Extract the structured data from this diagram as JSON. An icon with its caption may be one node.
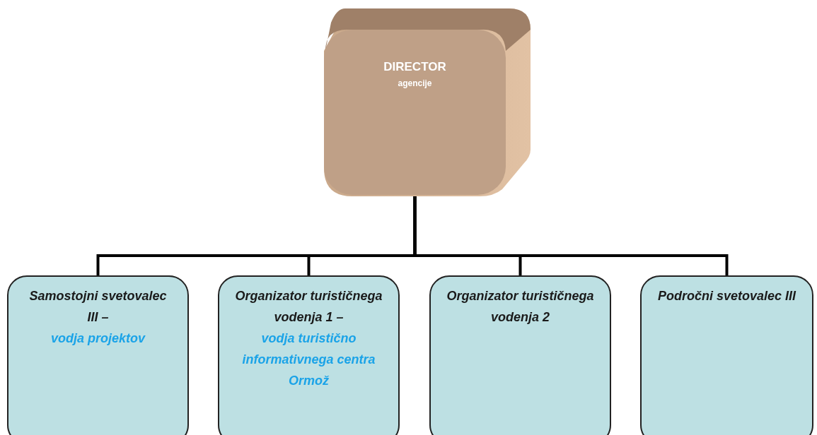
{
  "diagram": {
    "nodes": [
      {
        "text": [
          "DIRECTOR",
          "agencije"
        ]
      },
      {
        "text": [
          "Samostojni svetovalec III –",
          "vodja projektov"
        ]
      },
      {
        "text": [
          "Organizator turističnega vodenja 1 –",
          "vodja turistično informativnega centra Ormož"
        ]
      },
      {
        "text": [
          "Organizator turističnega vodenja 2"
        ]
      },
      {
        "text": [
          "Področni svetovalec III"
        ]
      }
    ],
    "edges": [
      {
        "from": 0,
        "to": 1,
        "arrow": "none"
      },
      {
        "from": 0,
        "to": 2,
        "arrow": "none"
      },
      {
        "from": 0,
        "to": 3,
        "arrow": "none"
      },
      {
        "from": 0,
        "to": 4,
        "arrow": "none"
      }
    ]
  }
}
